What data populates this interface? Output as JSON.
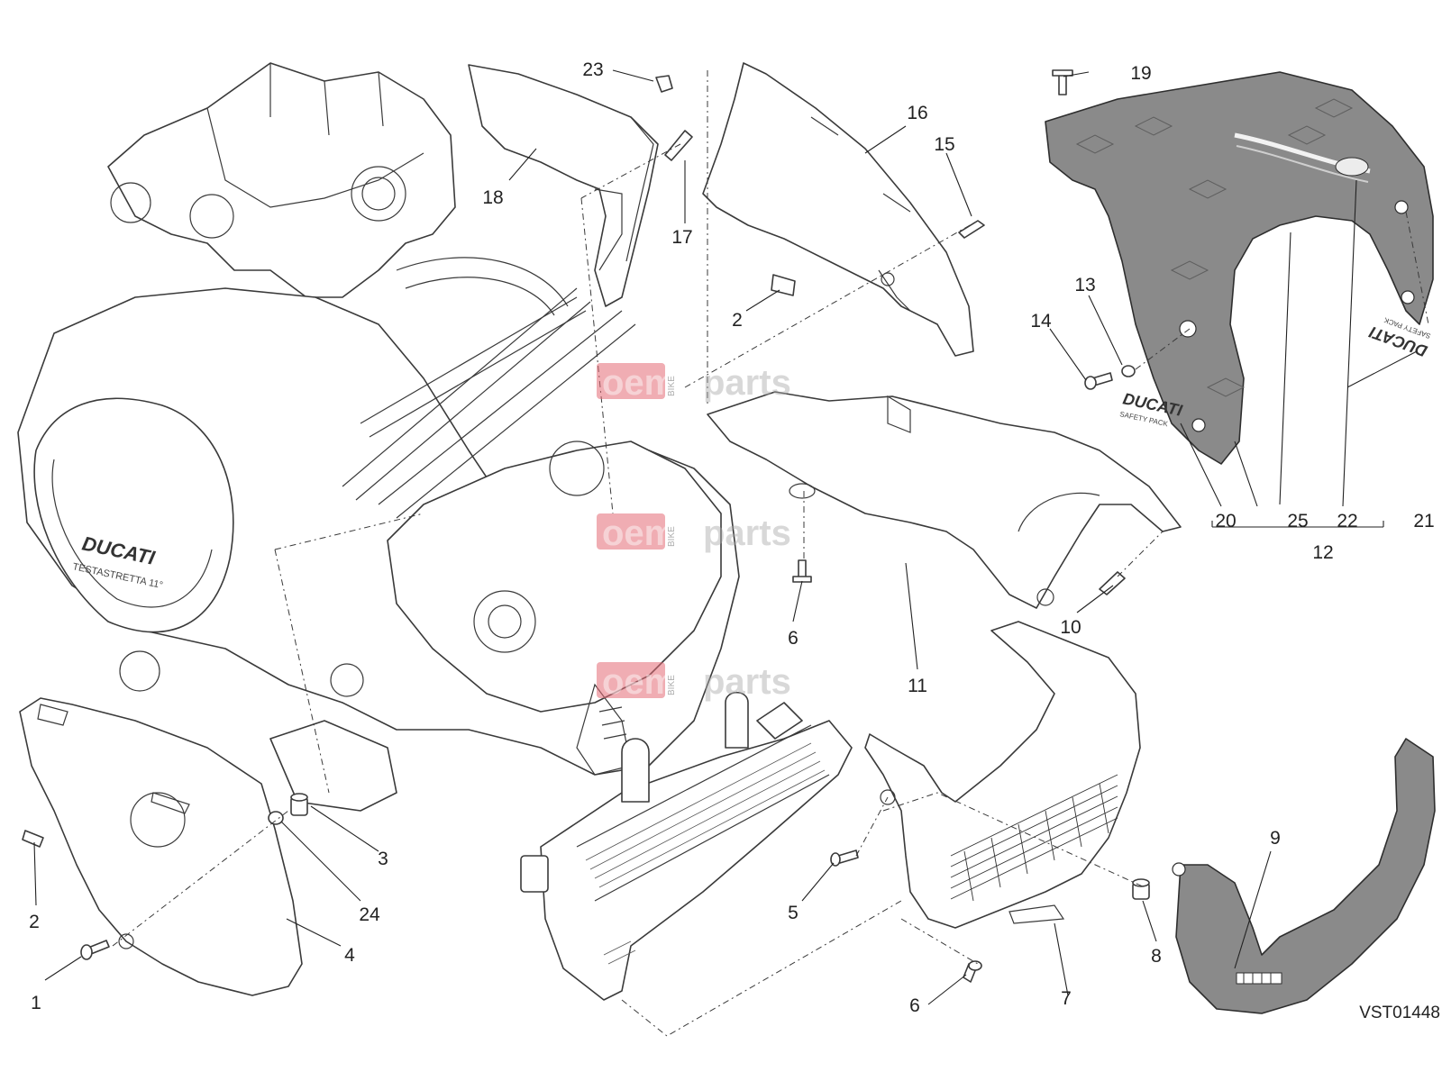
{
  "diagram": {
    "drawing_code": "VST01448",
    "callouts": [
      {
        "id": "c1",
        "label": "1"
      },
      {
        "id": "c2a",
        "label": "2"
      },
      {
        "id": "c2b",
        "label": "2"
      },
      {
        "id": "c3",
        "label": "3"
      },
      {
        "id": "c4",
        "label": "4"
      },
      {
        "id": "c5",
        "label": "5"
      },
      {
        "id": "c6a",
        "label": "6"
      },
      {
        "id": "c6b",
        "label": "6"
      },
      {
        "id": "c7",
        "label": "7"
      },
      {
        "id": "c8",
        "label": "8"
      },
      {
        "id": "c9",
        "label": "9"
      },
      {
        "id": "c10",
        "label": "10"
      },
      {
        "id": "c11",
        "label": "11"
      },
      {
        "id": "c12",
        "label": "12"
      },
      {
        "id": "c13",
        "label": "13"
      },
      {
        "id": "c14",
        "label": "14"
      },
      {
        "id": "c15",
        "label": "15"
      },
      {
        "id": "c16",
        "label": "16"
      },
      {
        "id": "c17",
        "label": "17"
      },
      {
        "id": "c18",
        "label": "18"
      },
      {
        "id": "c19",
        "label": "19"
      },
      {
        "id": "c20",
        "label": "20"
      },
      {
        "id": "c21",
        "label": "21"
      },
      {
        "id": "c22",
        "label": "22"
      },
      {
        "id": "c23",
        "label": "23"
      },
      {
        "id": "c24",
        "label": "24"
      },
      {
        "id": "c25",
        "label": "25"
      }
    ],
    "engine_cover_text": [
      "DUCATI",
      "TESTASTRETTA 11°"
    ],
    "decal_text": [
      "DUCATI",
      "SAFETY PACK"
    ],
    "watermark": {
      "left": "oem",
      "right": "parts",
      "vertical": "BIKE"
    }
  },
  "colors": {
    "line": "#3a3a3a",
    "fairing_fill": "#8a8a8a",
    "watermark_red": "#e46a74"
  }
}
